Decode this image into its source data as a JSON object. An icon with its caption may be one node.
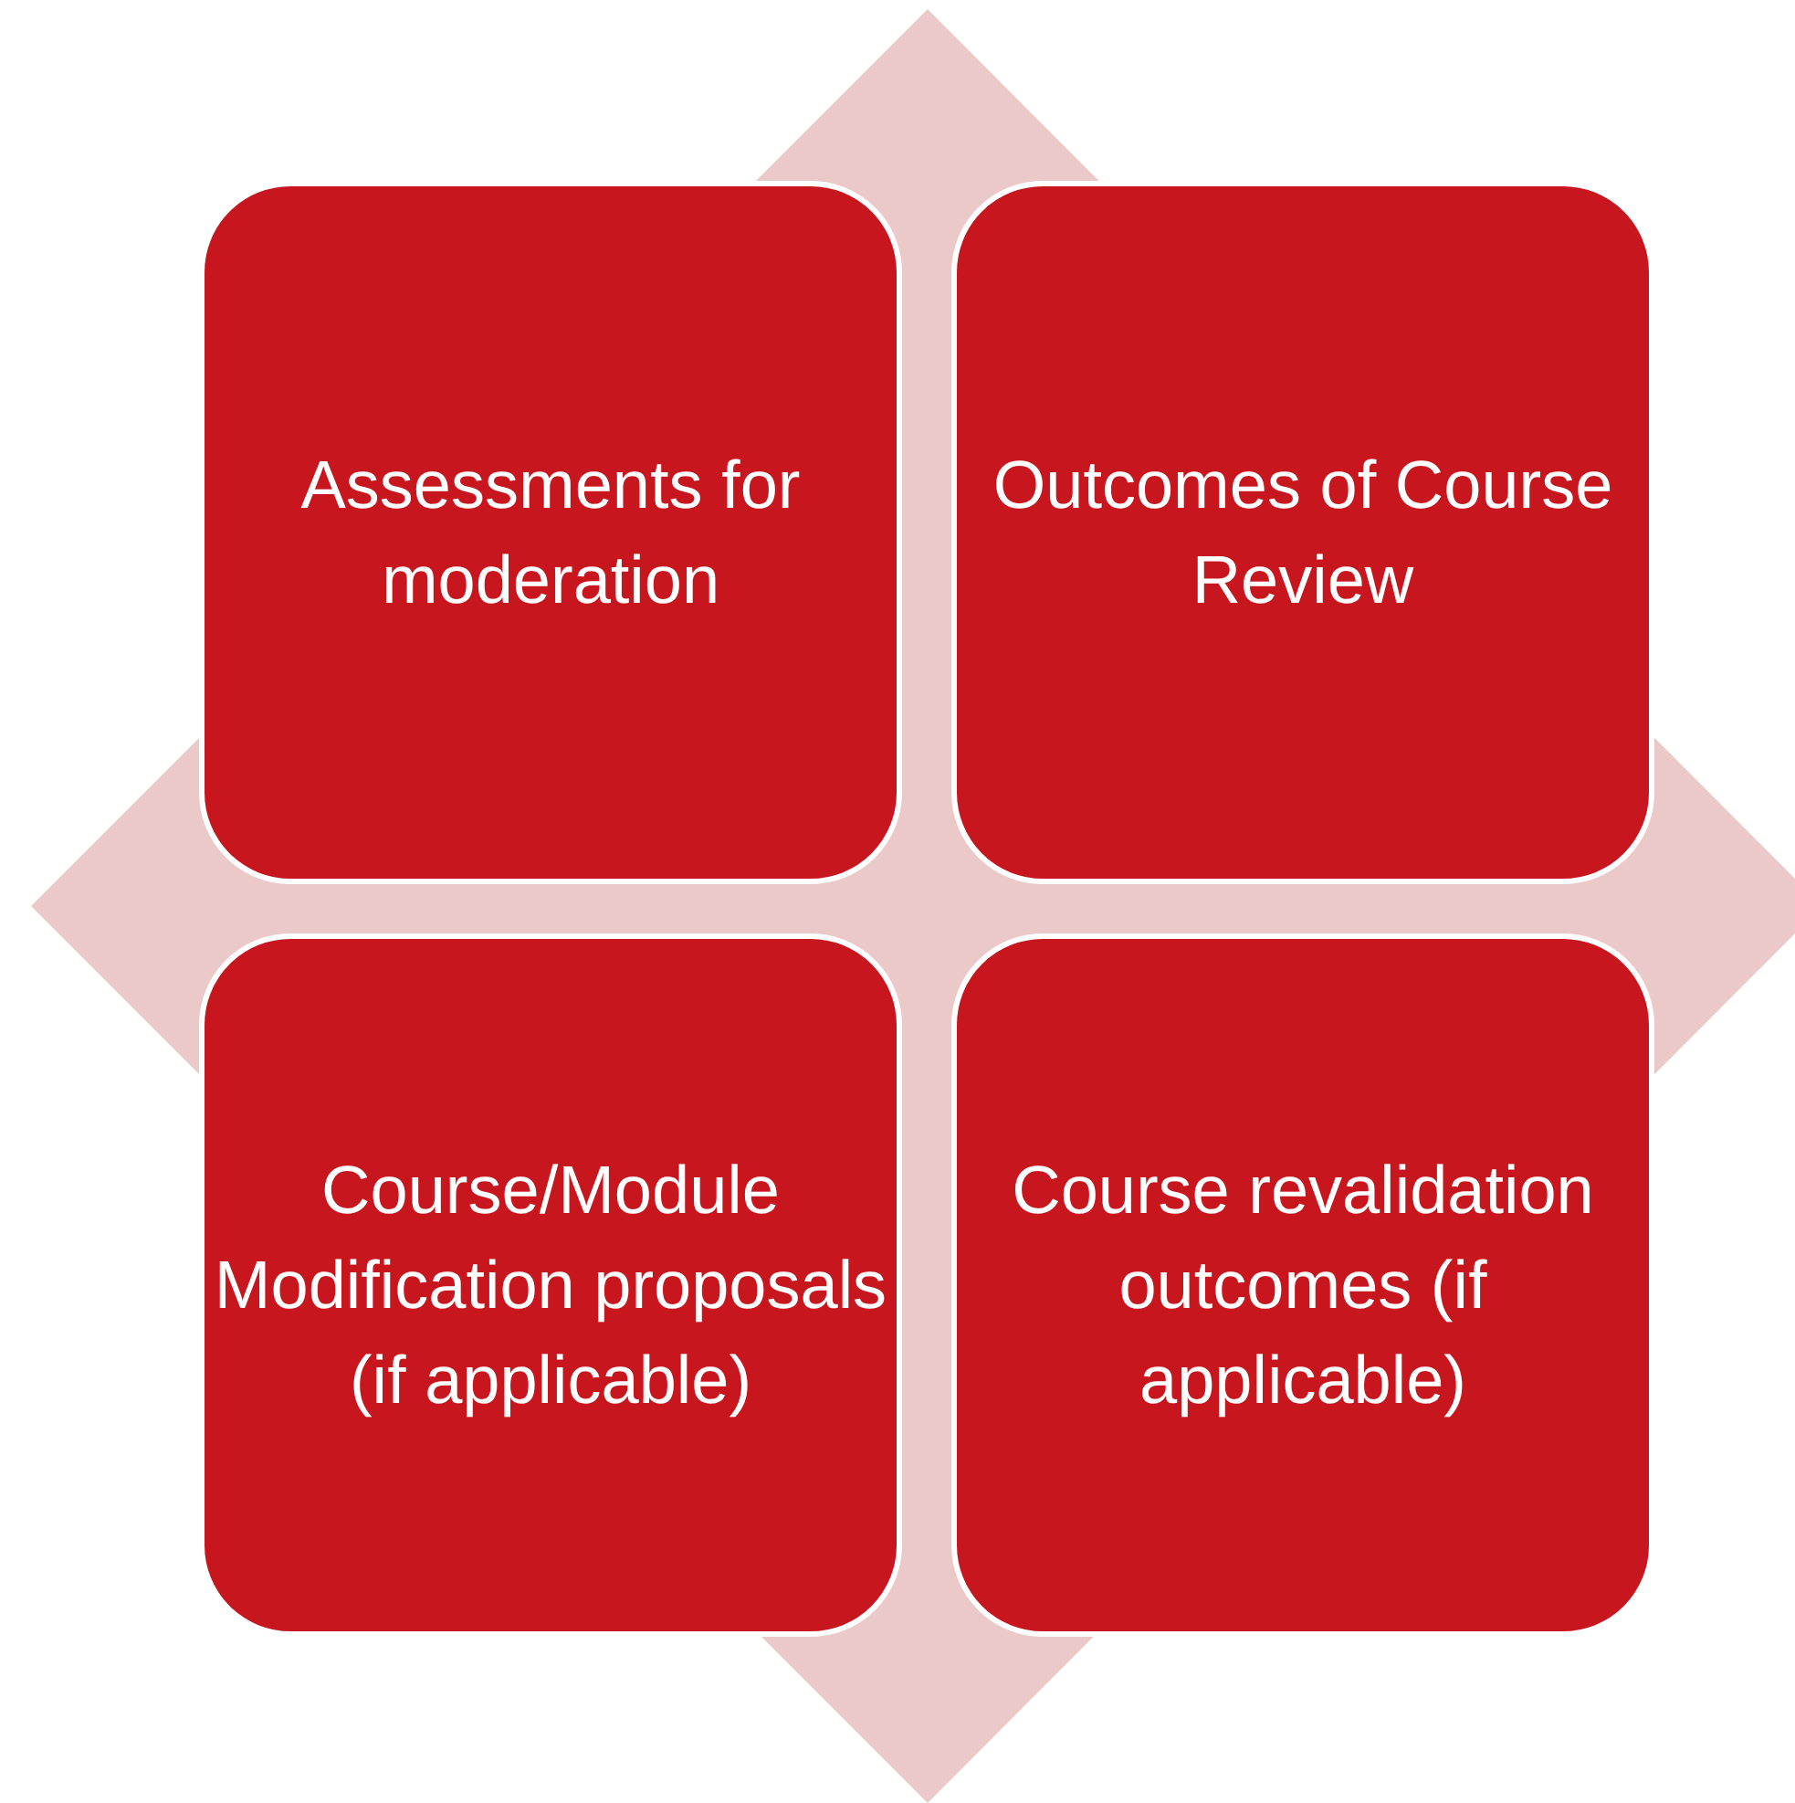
{
  "diagram": {
    "nodes": [
      {
        "text": [
          "Assessments for moderation"
        ]
      },
      {
        "text": [
          "Outcomes of Course Review"
        ]
      },
      {
        "text": [
          "Course/Module Modification proposals (if applicable)"
        ]
      },
      {
        "text": [
          "Course revalidation outcomes (if applicable)"
        ]
      }
    ]
  }
}
